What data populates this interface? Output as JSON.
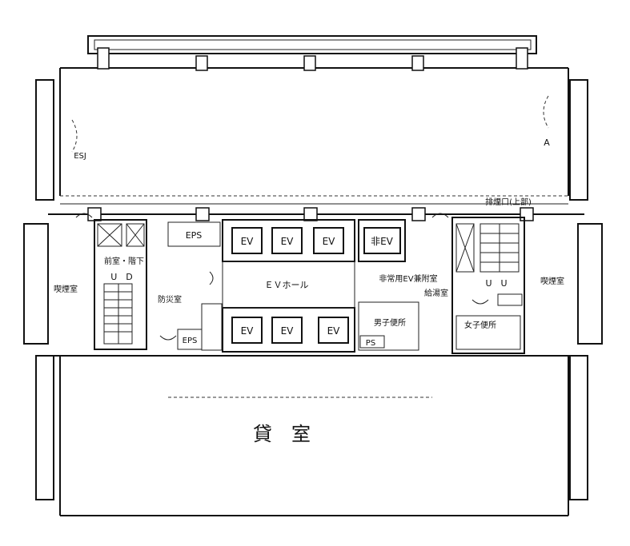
{
  "title": "",
  "rooms": {
    "ev": "EV",
    "ev_hall": "ＥＶホール",
    "emergency_ev": "非EV",
    "eps_top": "EPS",
    "eps_bottom": "EPS",
    "ps": "PS",
    "rental_room": "貸　室",
    "smoking_left": "喫煙室",
    "smoking_right": "喫煙室",
    "front_room_stair": "前室・階下",
    "emergency_ev_front": "非常用EV兼附室",
    "disaster_center": "防災室",
    "janitor": "給湯室",
    "ud_left": "U　D",
    "ud_right": "U　U",
    "toilet_left": "男子便所",
    "toilet_right": "女子便所",
    "smoke_vent": "排煙口(上部)",
    "esj": "ESJ",
    "mark_a": "A"
  }
}
